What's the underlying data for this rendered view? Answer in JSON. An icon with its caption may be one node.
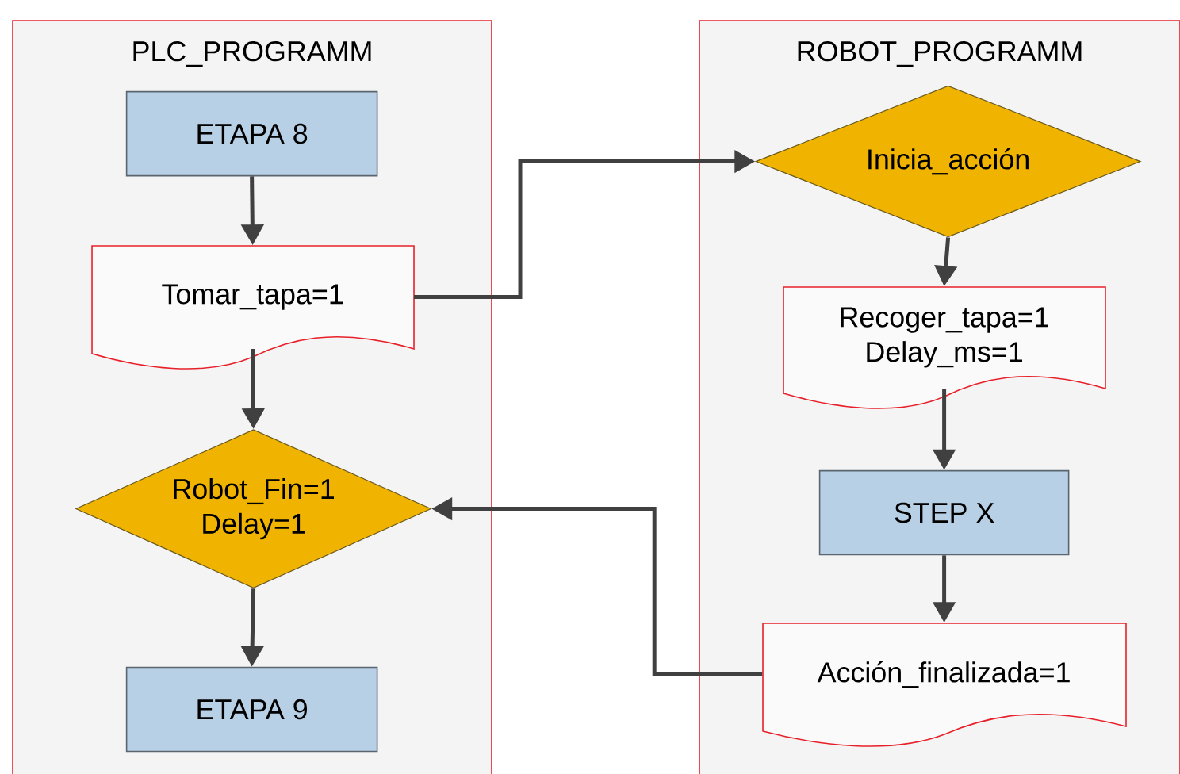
{
  "diagram": {
    "nodes": [
      {
        "text": [
          "PLC_PROGRAMM"
        ]
      },
      {
        "text": [
          "ETAPA 8"
        ],
        "in": 0
      },
      {
        "text": [
          "Tomar_tapa=1"
        ],
        "in": 0
      },
      {
        "text": [
          "Robot_Fin=1 Delay=1"
        ],
        "in": 0
      },
      {
        "text": [
          "ETAPA 9"
        ],
        "in": 0
      },
      {
        "text": [
          "ROBOT_PROGRAMM"
        ]
      },
      {
        "text": [
          "Inicia_acción"
        ],
        "in": 5
      },
      {
        "text": [
          "Recoger_tapa=1 Delay_ms=1"
        ],
        "in": 5
      },
      {
        "text": [
          "STEP X"
        ],
        "in": 5
      },
      {
        "text": [
          "Acción_finalizada=1"
        ],
        "in": 5
      }
    ],
    "edges": [
      {
        "from": 1,
        "to": 2,
        "arrow": "to"
      },
      {
        "from": 2,
        "to": 3,
        "arrow": "to"
      },
      {
        "from": 3,
        "to": 4,
        "arrow": "to"
      },
      {
        "from": 2,
        "to": 6,
        "arrow": "to"
      },
      {
        "from": 6,
        "to": 7,
        "arrow": "to"
      },
      {
        "from": 7,
        "to": 8,
        "arrow": "to"
      },
      {
        "from": 8,
        "to": 9,
        "arrow": "to"
      },
      {
        "from": 9,
        "to": 3,
        "arrow": "to"
      }
    ]
  }
}
